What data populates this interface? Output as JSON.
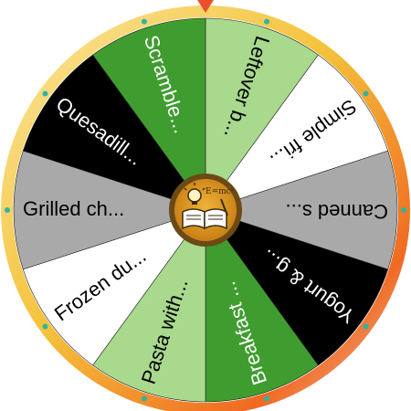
{
  "wheel": {
    "pointer_icon": "pointer-triangle-icon",
    "hub_icon": "book-lightbulb-emc2-icon",
    "hub_text": "E=mc²",
    "colors": {
      "black": "#000000",
      "white": "#ffffff",
      "gray": "#a9a9a9",
      "dark_green": "#3f9d2f",
      "light_green": "#a8d98c",
      "hub_outer": "#6b4a16",
      "hub_inner": "#d08b1a",
      "pointer": "#e8502e",
      "dot": "#2bb5a4",
      "rim_top": "#f5c23b",
      "rim_right": "#f06a22",
      "rim_bottom": "#f2c9b8",
      "rim_left": "#f9e8a0"
    },
    "segments": [
      {
        "label": "Leftover b...",
        "fill": "#a8d98c",
        "text_color": "#000000"
      },
      {
        "label": "Simple fri...",
        "fill": "#ffffff",
        "text_color": "#000000"
      },
      {
        "label": "Canned s...",
        "fill": "#a9a9a9",
        "text_color": "#000000"
      },
      {
        "label": "Yogurt & g...",
        "fill": "#000000",
        "text_color": "#ffffff"
      },
      {
        "label": "Breakfast ...",
        "fill": "#3f9d2f",
        "text_color": "#ffffff"
      },
      {
        "label": "Pasta with...",
        "fill": "#a8d98c",
        "text_color": "#000000"
      },
      {
        "label": "Frozen du...",
        "fill": "#ffffff",
        "text_color": "#000000"
      },
      {
        "label": "Grilled ch...",
        "fill": "#a9a9a9",
        "text_color": "#000000"
      },
      {
        "label": "Quesadill...",
        "fill": "#000000",
        "text_color": "#ffffff"
      },
      {
        "label": "Scramble...",
        "fill": "#3f9d2f",
        "text_color": "#ffffff"
      }
    ]
  }
}
